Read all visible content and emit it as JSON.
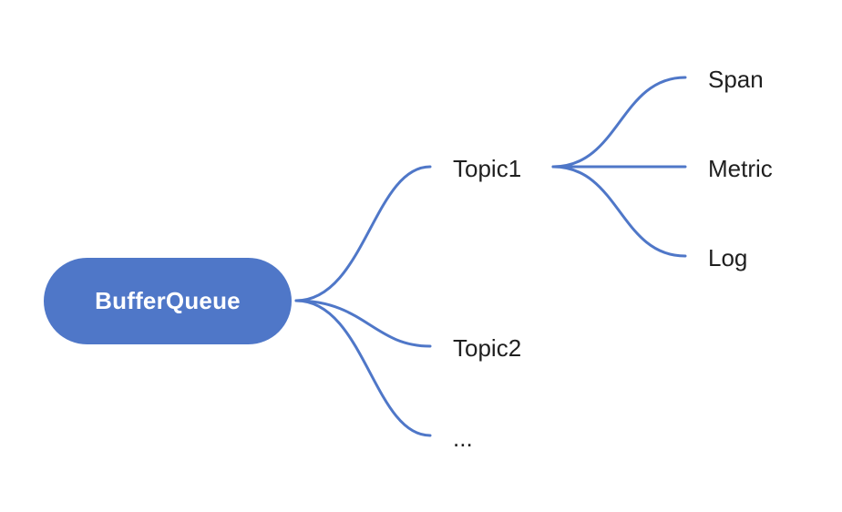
{
  "root": {
    "label": "BufferQueue"
  },
  "branches": [
    {
      "label": "Topic1",
      "children": [
        "Span",
        "Metric",
        "Log"
      ]
    },
    {
      "label": "Topic2"
    },
    {
      "label": "..."
    }
  ],
  "colors": {
    "node_fill": "#4f77c8",
    "connector": "#4f77c8",
    "root_text": "#ffffff",
    "label_text": "#1f1f1f"
  }
}
